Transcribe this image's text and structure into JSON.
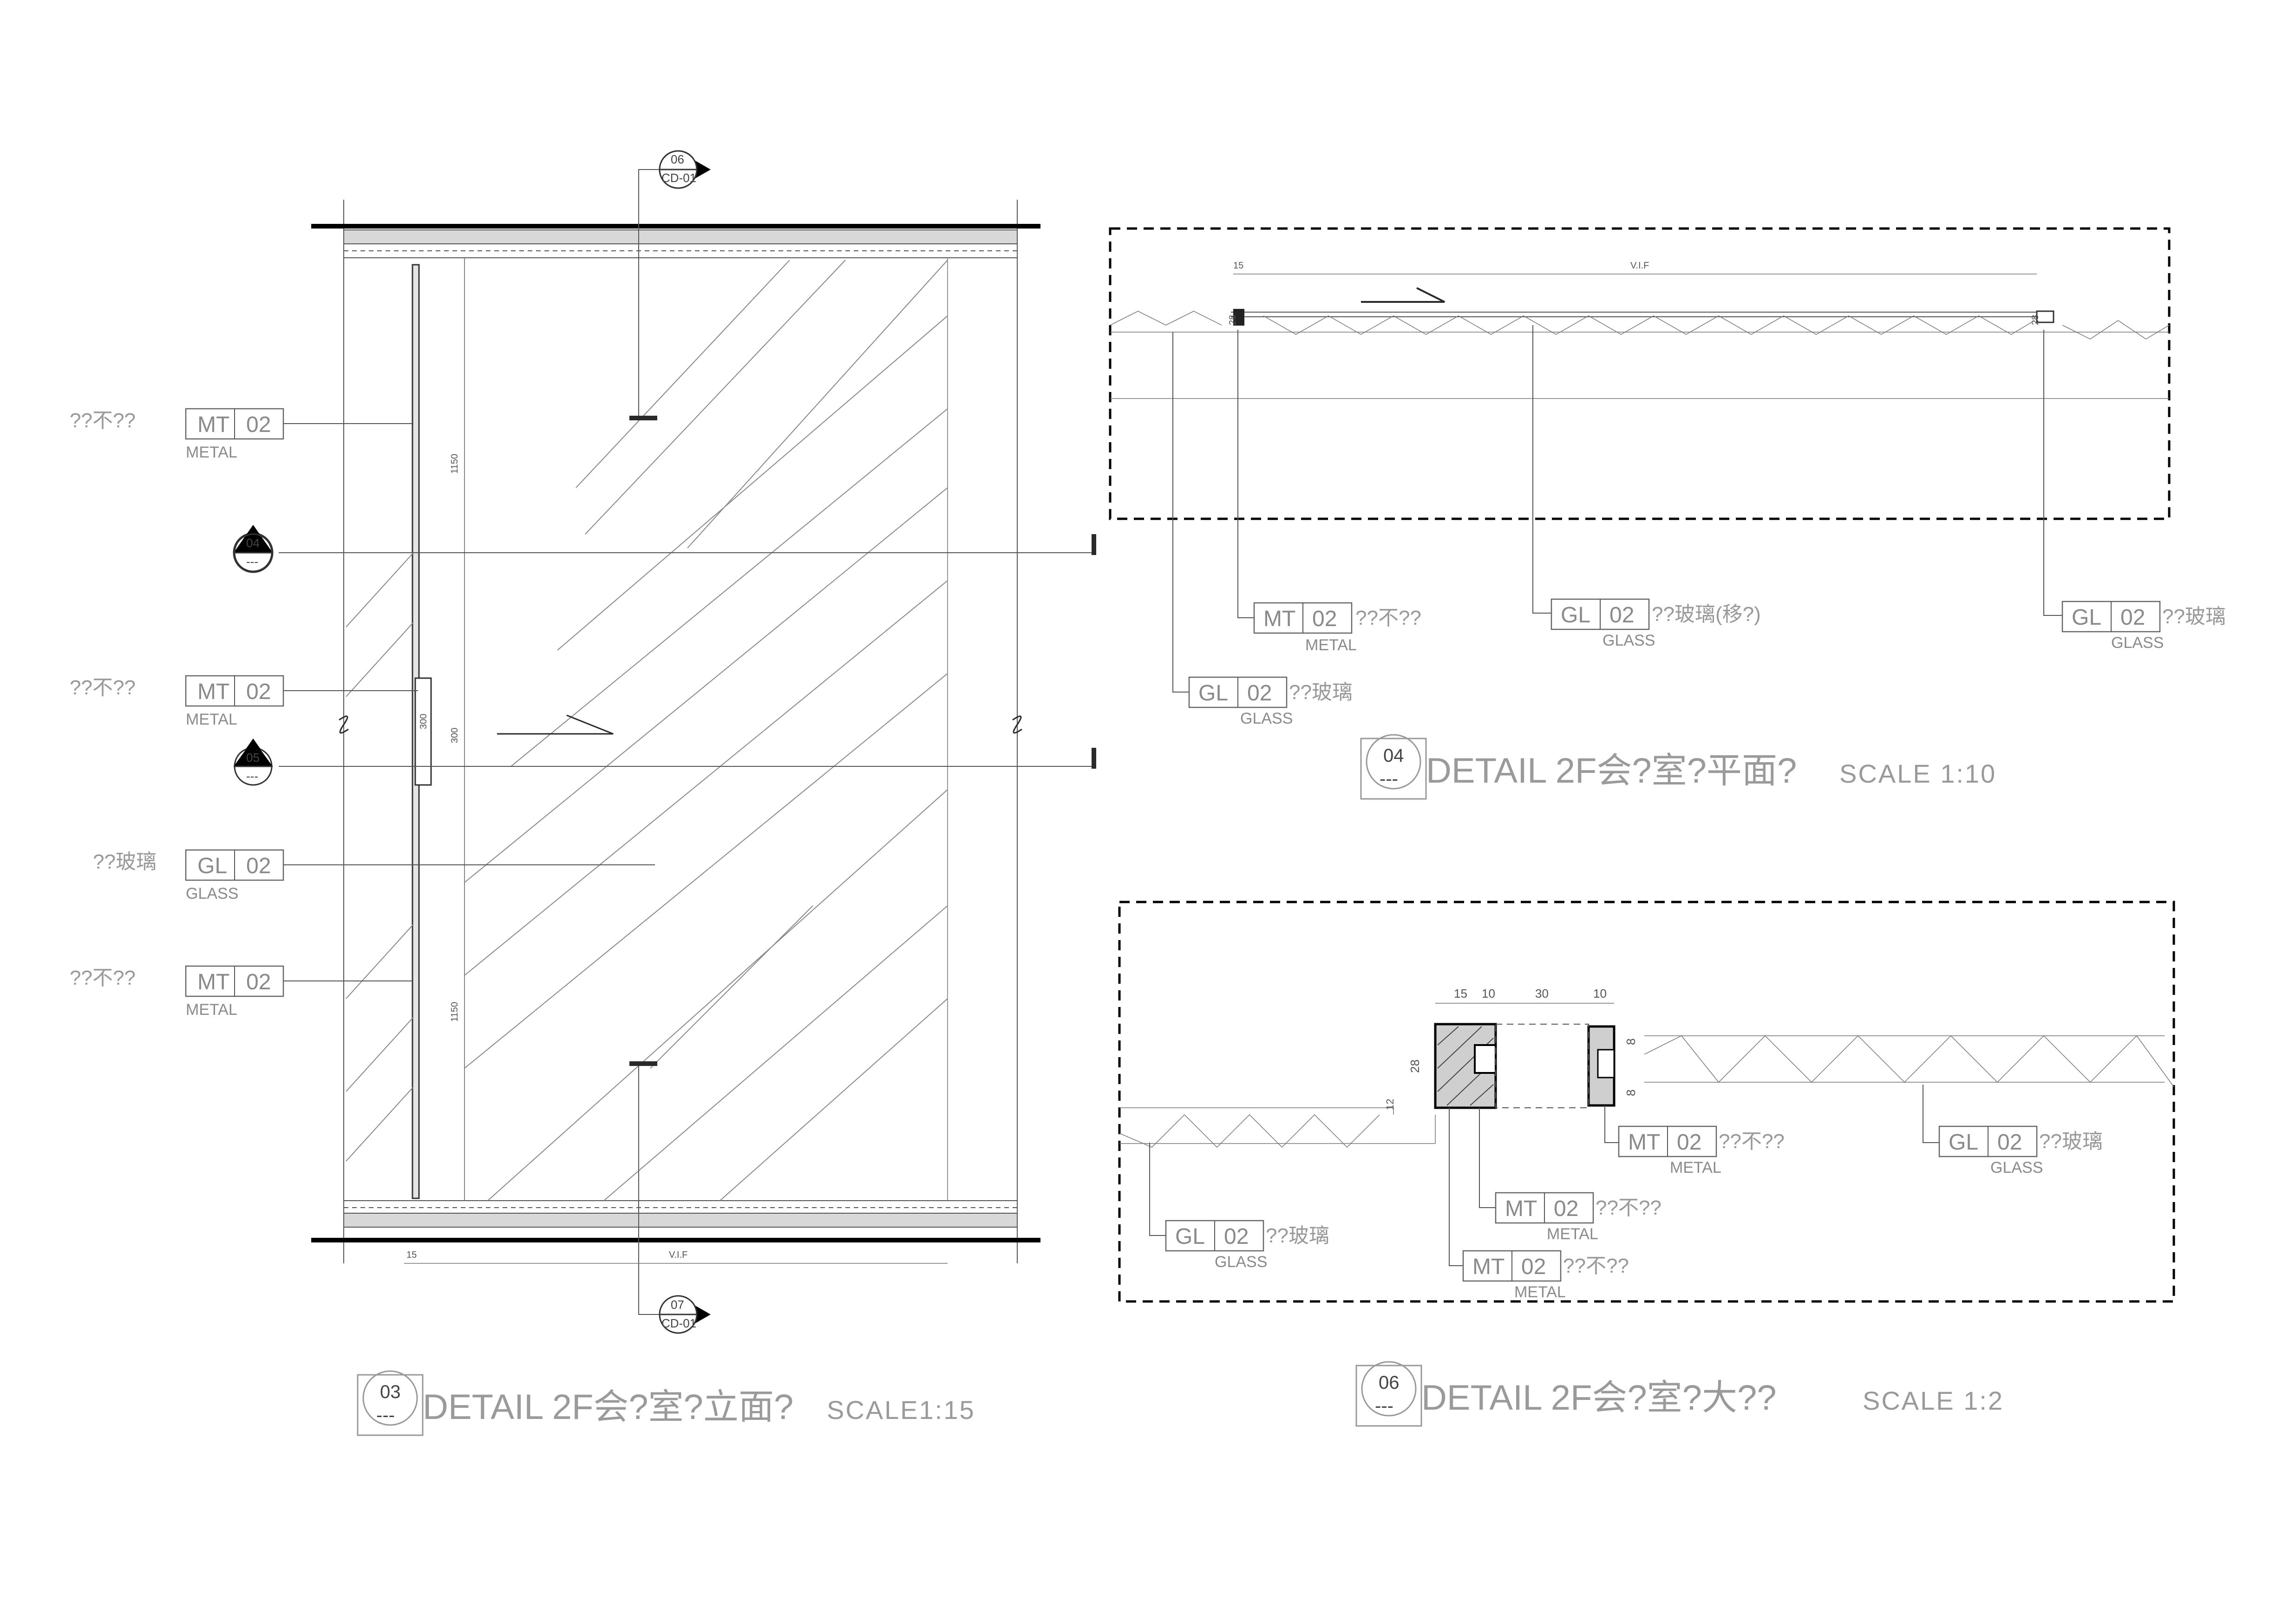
{
  "elevation": {
    "tags": [
      {
        "code": "MT",
        "num": "02",
        "sub": "METAL",
        "cn": "??不??"
      },
      {
        "code": "MT",
        "num": "02",
        "sub": "METAL",
        "cn": "??不??"
      },
      {
        "code": "GL",
        "num": "02",
        "sub": "GLASS",
        "cn": "??玻璃"
      },
      {
        "code": "MT",
        "num": "02",
        "sub": "METAL",
        "cn": "??不??"
      }
    ],
    "section_markers": [
      {
        "num": "04",
        "ref": "---"
      },
      {
        "num": "05",
        "ref": "---"
      }
    ],
    "top_marker": {
      "num": "06",
      "ref": "CD-01"
    },
    "bottom_marker": {
      "num": "07",
      "ref": "CD-01"
    },
    "dims": {
      "upper": "1150",
      "middle": "300",
      "lower": "1150",
      "handle": "300",
      "base_left": "15",
      "base_span": "V.I.F"
    },
    "title": {
      "num": "03",
      "ref": "---",
      "text": "DETAIL 2F会?室?立面?",
      "scale": "SCALE1:15"
    }
  },
  "plan": {
    "tags": [
      {
        "code": "MT",
        "num": "02",
        "sub": "METAL",
        "cn": "??不??"
      },
      {
        "code": "GL",
        "num": "02",
        "sub": "GLASS",
        "cn": "??玻璃(移?)"
      },
      {
        "code": "GL",
        "num": "02",
        "sub": "GLASS",
        "cn": "??玻璃"
      },
      {
        "code": "GL",
        "num": "02",
        "sub": "GLASS",
        "cn": "??玻璃"
      }
    ],
    "dims": {
      "left": "15",
      "span": "V.I.F",
      "small_a": "28",
      "small_b": "28"
    },
    "title": {
      "num": "04",
      "ref": "---",
      "text": "DETAIL 2F会?室?平面?",
      "scale": "SCALE 1:10"
    }
  },
  "detail": {
    "tags": [
      {
        "code": "MT",
        "num": "02",
        "sub": "METAL",
        "cn": "??不??"
      },
      {
        "code": "GL",
        "num": "02",
        "sub": "GLASS",
        "cn": "??玻璃"
      },
      {
        "code": "MT",
        "num": "02",
        "sub": "METAL",
        "cn": "??不??"
      },
      {
        "code": "GL",
        "num": "02",
        "sub": "GLASS",
        "cn": "??玻璃"
      },
      {
        "code": "MT",
        "num": "02",
        "sub": "METAL",
        "cn": "??不??"
      }
    ],
    "dims": {
      "d1": "15",
      "d2": "10",
      "d3": "30",
      "d4": "10",
      "height": "28",
      "r1": "8",
      "r2": "8",
      "l1": "12"
    },
    "title": {
      "num": "06",
      "ref": "---",
      "text": "DETAIL 2F会?室?大??",
      "scale": "SCALE 1:2"
    }
  }
}
